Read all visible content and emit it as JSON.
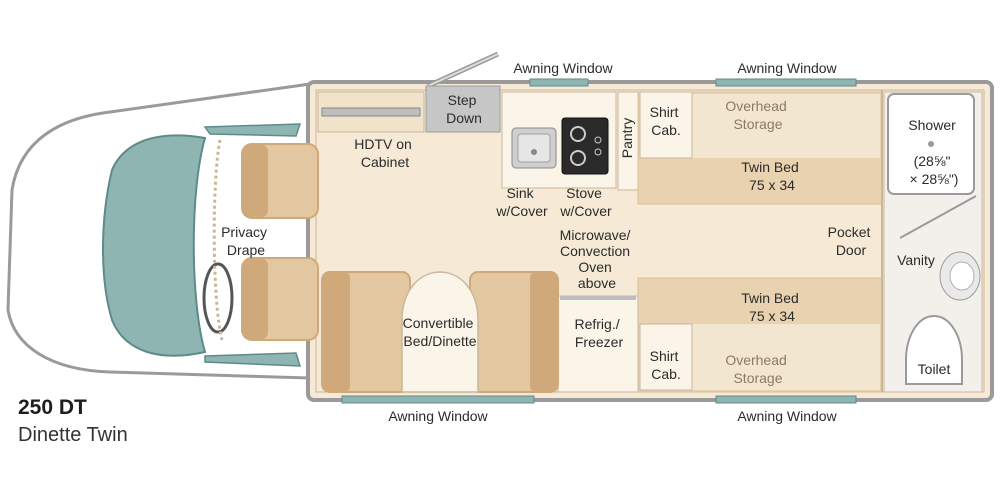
{
  "model": {
    "name": "250 DT",
    "description": "Dinette Twin"
  },
  "labels": {
    "awning_top_left": "Awning Window",
    "awning_top_right": "Awning Window",
    "awning_bottom_left": "Awning Window",
    "awning_bottom_right": "Awning Window",
    "step_down": [
      "Step",
      "Down"
    ],
    "hdtv": [
      "HDTV on",
      "Cabinet"
    ],
    "sink": [
      "Sink",
      "w/Cover"
    ],
    "stove": [
      "Stove",
      "w/Cover"
    ],
    "pantry": "Pantry",
    "shirt_cab_top": [
      "Shirt",
      "Cab."
    ],
    "overhead_top": [
      "Overhead",
      "Storage"
    ],
    "twin_bed_top": [
      "Twin Bed",
      "75 x 34"
    ],
    "shower": [
      "Shower",
      "(28⅝\"",
      "× 28⅝\")"
    ],
    "privacy_drape": [
      "Privacy",
      "Drape"
    ],
    "microwave": [
      "Microwave/",
      "Convection",
      "Oven",
      "above"
    ],
    "pocket_door": [
      "Pocket",
      "Door"
    ],
    "vanity": "Vanity",
    "twin_bed_bottom": [
      "Twin Bed",
      "75 x 34"
    ],
    "convertible": [
      "Convertible",
      "Bed/Dinette"
    ],
    "refrig": [
      "Refrig./",
      "Freezer"
    ],
    "shirt_cab_bottom": [
      "Shirt",
      "Cab."
    ],
    "overhead_bottom": [
      "Overhead",
      "Storage"
    ],
    "toilet": "Toilet"
  },
  "colors": {
    "floor": "#f6ead6",
    "wall": "#9a9a9a",
    "bed": "#e8d2b0",
    "bed_edge": "#d9bf98",
    "seat": "#e3c7a0",
    "seat_dark": "#cfa97a",
    "window": "#8fb5b3",
    "window_frame": "#5d8b89",
    "bath": "#f3f0eb"
  }
}
